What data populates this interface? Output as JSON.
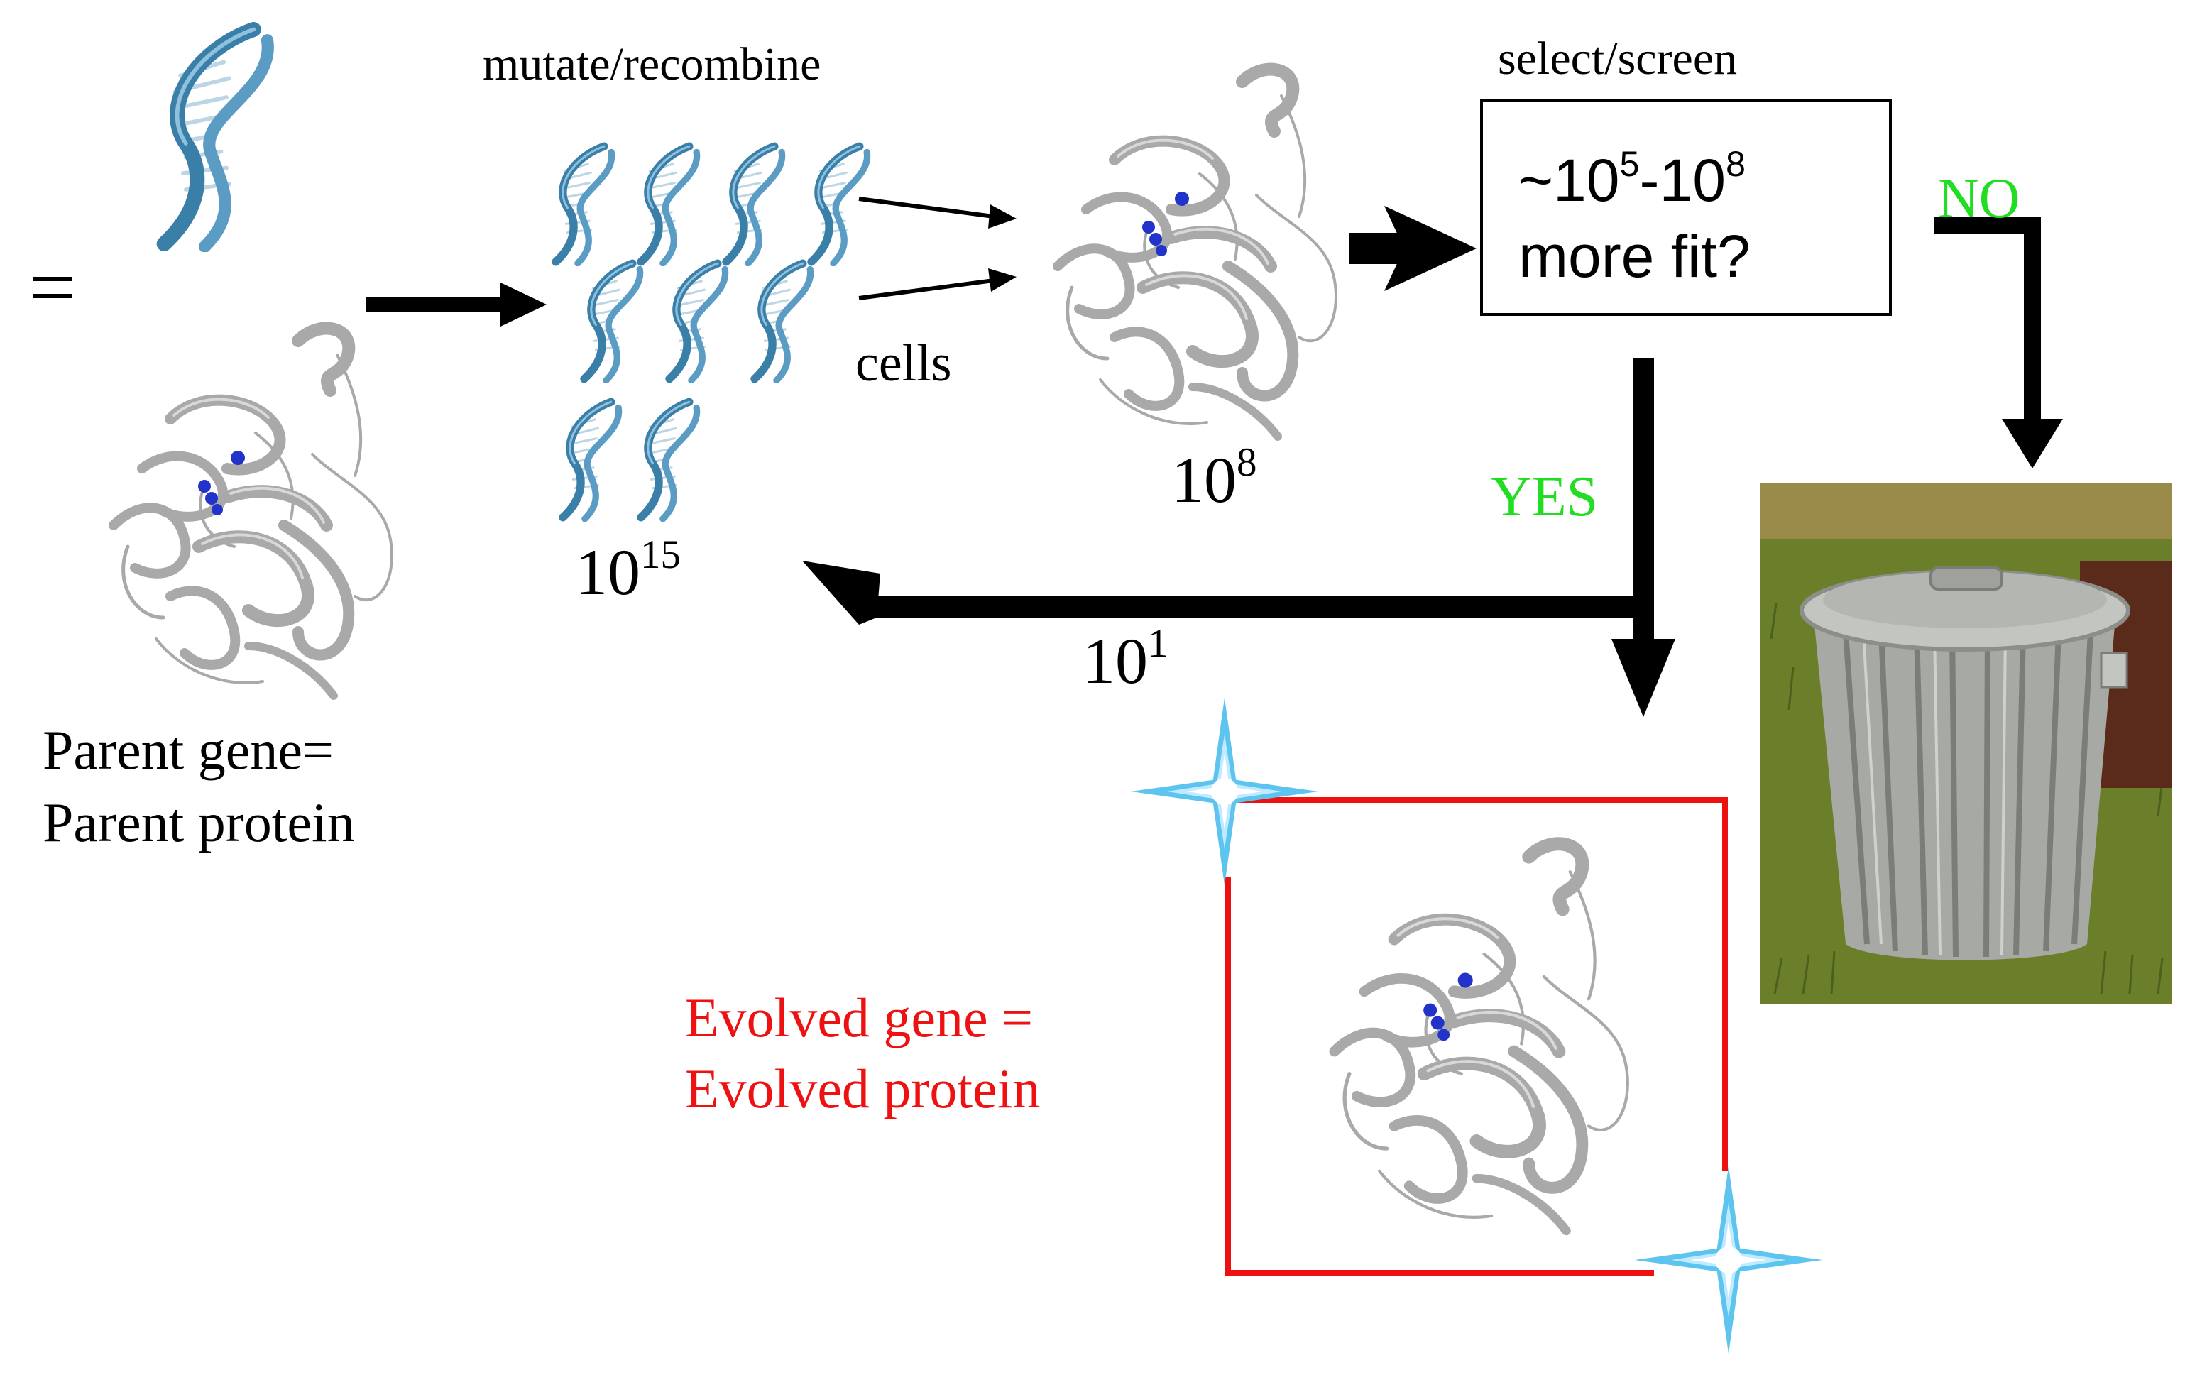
{
  "labels": {
    "equals": "=",
    "mutate": "mutate/recombine",
    "cells": "cells",
    "select": "select/screen",
    "library_base": "10",
    "library_exp": "15",
    "cells_base": "10",
    "cells_exp": "8",
    "recycle_base": "10",
    "recycle_exp": "1",
    "fitness_prefix": "~10",
    "fitness_exp1": "5",
    "fitness_mid": "-10",
    "fitness_exp2": "8",
    "fitness_question": "more fit?",
    "no": "NO",
    "yes": "YES",
    "parent_line1": "Parent gene=",
    "parent_line2": "Parent protein",
    "evolved_line1": "Evolved gene =",
    "evolved_line2": "Evolved protein"
  },
  "colors": {
    "dna": "#3a7fa8",
    "protein": "#a9a9a9",
    "active_site": "#2233cc",
    "yes_no": "#22dd22",
    "evolved": "#ee1111",
    "sparkle": "#5cc4ee"
  },
  "icons": [
    "dna-helix-icon",
    "protein-structure-icon",
    "trash-can-icon",
    "sparkle-icon"
  ]
}
